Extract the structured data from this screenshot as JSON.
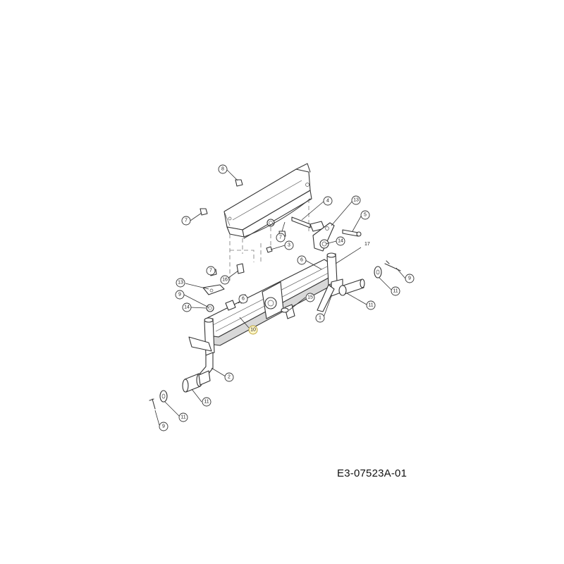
{
  "reference_code": "E3-07523A-01",
  "callouts": [
    {
      "id": "c8a",
      "label": "8"
    },
    {
      "id": "c7a",
      "label": "7"
    },
    {
      "id": "c4",
      "label": "4"
    },
    {
      "id": "c13a",
      "label": "13"
    },
    {
      "id": "c5",
      "label": "5"
    },
    {
      "id": "c7b",
      "label": "7"
    },
    {
      "id": "c3",
      "label": "3"
    },
    {
      "id": "c14a",
      "label": "14"
    },
    {
      "id": "c17",
      "label": "17"
    },
    {
      "id": "c7c",
      "label": "7"
    },
    {
      "id": "c6a",
      "label": "6"
    },
    {
      "id": "c16",
      "label": "16"
    },
    {
      "id": "c13b",
      "label": "13"
    },
    {
      "id": "c9a",
      "label": "9"
    },
    {
      "id": "c6b",
      "label": "6"
    },
    {
      "id": "c14b",
      "label": "14"
    },
    {
      "id": "c15",
      "label": "15"
    },
    {
      "id": "c10",
      "label": "10"
    },
    {
      "id": "c1",
      "label": "1"
    },
    {
      "id": "c11a",
      "label": "11"
    },
    {
      "id": "c9b",
      "label": "9"
    },
    {
      "id": "c11b",
      "label": "11"
    },
    {
      "id": "c2",
      "label": "2"
    },
    {
      "id": "c11c",
      "label": "11"
    },
    {
      "id": "c11d",
      "label": "11"
    },
    {
      "id": "c9c",
      "label": "9"
    }
  ],
  "plain_labels": [
    {
      "id": "p17",
      "label": "17"
    }
  ]
}
